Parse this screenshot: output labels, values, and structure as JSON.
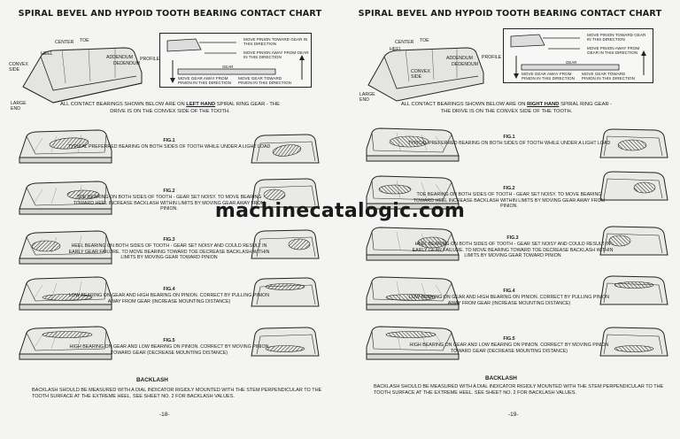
{
  "watermark": "machinecatalogic.com",
  "left": {
    "title": "SPIRAL BEVEL AND HYPOID TOOTH BEARING CONTACT CHART",
    "diagram": {
      "center": "CENTER",
      "toe": "TOE",
      "heel": "HEEL",
      "convex_side": "CONVEX\nSIDE",
      "addendum": "ADDENDUM",
      "dedendum": "DEDENDUM",
      "profile": "PROFILE",
      "large_end": "LARGE\nEND",
      "gear": "GEAR"
    },
    "directions": {
      "move_pinion_toward": "MOVE PINION TOWARD GEAR IN THIS DIRECTION",
      "move_pinion_away": "MOVE PINION AWAY FROM GEAR IN THIS DIRECTION",
      "move_gear_away": "MOVE GEAR AWAY FROM PINION IN THIS DIRECTION",
      "move_gear_toward": "MOVE GEAR TOWARD PINION IN THIS DIRECTION"
    },
    "intro_pre": "ALL CONTACT BEARINGS SHOWN BELOW ARE ON ",
    "intro_hand": "LEFT HAND",
    "intro_post": " SPIRAL RING GEAR - THE DRIVE IS ON THE CONVEX SIDE OF THE TOOTH.",
    "figs": [
      {
        "num": "FIG.1",
        "text": "TYPICAL PREFERRED BEARING ON BOTH SIDES OF TOOTH WHILE UNDER A LIGHT LOAD"
      },
      {
        "num": "FIG.2",
        "text": "TOE BEARING ON BOTH SIDES OF TOOTH - GEAR SET NOISY. TO MOVE BEARING TOWARD HEEL INCREASE BACKLASH WITHIN LIMITS BY MOVING GEAR AWAY FROM PINION."
      },
      {
        "num": "FIG.3",
        "text": "HEEL BEARING ON BOTH SIDES OF TOOTH - GEAR SET NOISY AND COULD RESULT IN EARLY GEAR FAILURE. TO MOVE BEARING TOWARD TOE DECREASE BACKLASH WITHIN LIMITS BY MOVING GEAR TOWARD PINION"
      },
      {
        "num": "FIG.4",
        "text": "LOW BEARING ON GEAR AND HIGH BEARING ON PINION. CORRECT BY PULLING PINION AWAY FROM GEAR (INCREASE MOUNTING DISTANCE)"
      },
      {
        "num": "FIG.5",
        "text": "HIGH BEARING ON GEAR AND LOW BEARING ON PINION. CORRECT BY MOVING PINION TOWARD GEAR (DECREASE MOUNTING DISTANCE)"
      }
    ],
    "backlash_heading": "BACKLASH",
    "backlash_text": "BACKLASH SHOULD BE MEASURED WITH A DIAL INDICATOR RIGIDLY MOUNTED WITH THE STEM PERPENDICULAR TO THE TOOTH SURFACE AT THE EXTREME HEEL. SEE SHEET NO. 2 FOR BACKLASH VALUES.",
    "page_number": "-18-"
  },
  "right": {
    "title": "SPIRAL BEVEL AND HYPOID TOOTH BEARING CONTACT CHART",
    "diagram": {
      "center": "CENTER",
      "toe": "TOE",
      "heel": "HEEL",
      "convex_side": "CONVEX\nSIDE",
      "addendum": "ADDENDUM",
      "dedendum": "DEDENDUM",
      "profile": "PROFILE",
      "large_end": "LARGE\nEND",
      "gear": "GEAR"
    },
    "directions": {
      "move_pinion_toward": "MOVE PINION TOWARD GEAR IN THIS DIRECTION",
      "move_pinion_away": "MOVE PINION AWAY FROM GEAR IN THIS DIRECTION",
      "move_gear_away": "MOVE GEAR AWAY FROM PINION IN THIS DIRECTION",
      "move_gear_toward": "MOVE GEAR TOWARD PINION IN THIS DIRECTION"
    },
    "intro_pre": "ALL CONTACT BEARINGS SHOWN BELOW ARE ON ",
    "intro_hand": "RIGHT HAND",
    "intro_post": " SPIRAL RING GEAR - THE DRIVE IS ON THE CONVEX SIDE OF THE TOOTH.",
    "figs": [
      {
        "num": "FIG.1",
        "text": "TYPICAL PREFERRED BEARING ON BOTH SIDES OF TOOTH WHILE UNDER A LIGHT LOAD"
      },
      {
        "num": "FIG.2",
        "text": "TOE BEARING ON BOTH SIDES OF TOOTH - GEAR SET NOISY. TO MOVE BEARING TOWARD HEEL INCREASE BACKLASH WITHIN LIMITS BY MOVING GEAR AWAY FROM PINION."
      },
      {
        "num": "FIG.3",
        "text": "HEEL BEARING ON BOTH SIDES OF TOOTH - GEAR SET NOISY AND COULD RESULT IN EARLY GEAR FAILURE. TO MOVE BEARING TOWARD TOE DECREASE BACKLASH WITHIN LIMITS BY MOVING GEAR TOWARD PINION"
      },
      {
        "num": "FIG.4",
        "text": "LOW BEARING ON GEAR AND HIGH BEARING ON PINION. CORRECT BY PULLING PINION AWAY FROM GEAR (INCREASE MOUNTING DISTANCE)"
      },
      {
        "num": "FIG.5",
        "text": "HIGH BEARING ON GEAR AND LOW BEARING ON PINION. CORRECT BY MOVING PINION TOWARD GEAR (DECREASE MOUNTING DISTANCE)"
      }
    ],
    "backlash_heading": "BACKLASH",
    "backlash_text": "BACKLASH SHOULD BE MEASURED WITH A DIAL INDICATOR RIGIDLY MOUNTED WITH THE STEM PERPENDICULAR TO THE TOOTH SURFACE AT THE EXTREME HEEL. SEE SHEET NO. 2 FOR BACKLASH VALUES.",
    "page_number": "-19-"
  }
}
